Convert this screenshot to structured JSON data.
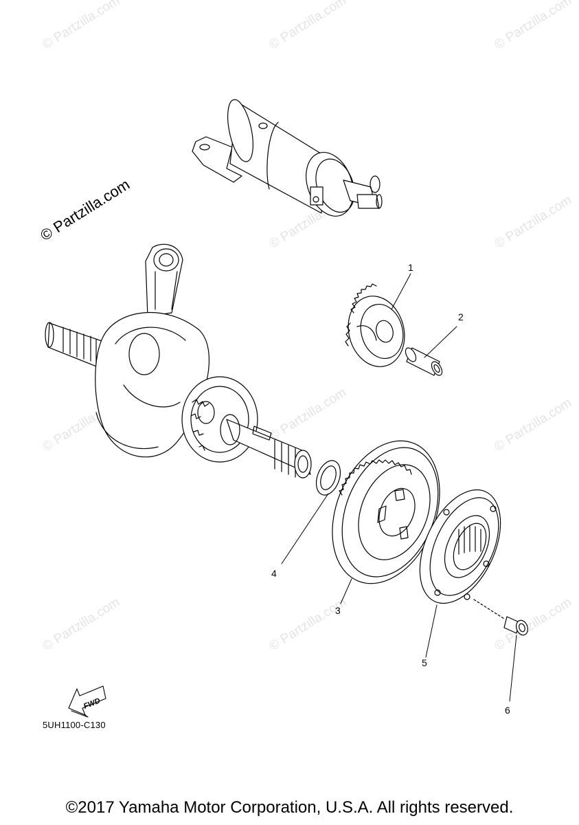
{
  "watermark": "© Partzilla.com",
  "watermark_main": "© Partzilla.com",
  "callouts": [
    "1",
    "2",
    "3",
    "4",
    "5",
    "6"
  ],
  "fwd_label": "FWD",
  "diagram_code": "5UH1100-C130",
  "copyright": "©2017 Yamaha Motor Corporation, U.S.A. All rights reserved.",
  "colors": {
    "line": "#000000",
    "watermark": "#e4e4e4",
    "background": "#ffffff"
  }
}
